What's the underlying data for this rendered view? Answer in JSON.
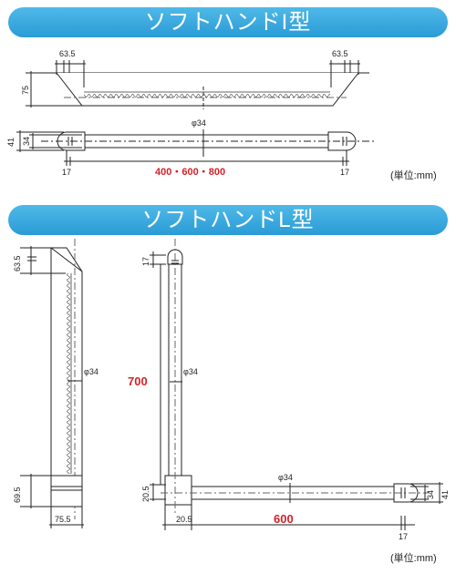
{
  "type_i": {
    "title": "ソフトハンドI型",
    "unit_label": "(単位:mm)",
    "dims": {
      "left_bracket_width": "63.5",
      "right_bracket_width": "63.5",
      "projection": "75",
      "outer_height": "41",
      "inner_height": "34",
      "diameter": "φ34",
      "left_end": "17",
      "right_end": "17",
      "length_options": "400・600・800"
    }
  },
  "type_l": {
    "title": "ソフトハンドL型",
    "unit_label": "(単位:mm)",
    "dims": {
      "top_bracket": "63.5",
      "bottom_bracket": "69.5",
      "base_width": "75.5",
      "side_diameter": "φ34",
      "top_end": "17",
      "height": "700",
      "vertical_diameter": "φ34",
      "corner_height": "20.5",
      "corner_width": "20.5",
      "horizontal_diameter": "φ34",
      "length": "600",
      "right_end": "17",
      "inner_height": "34",
      "outer_height": "41"
    }
  },
  "colors": {
    "banner": "#2a9bd6",
    "accent_dimension": "#d2232a",
    "line": "#222222"
  }
}
